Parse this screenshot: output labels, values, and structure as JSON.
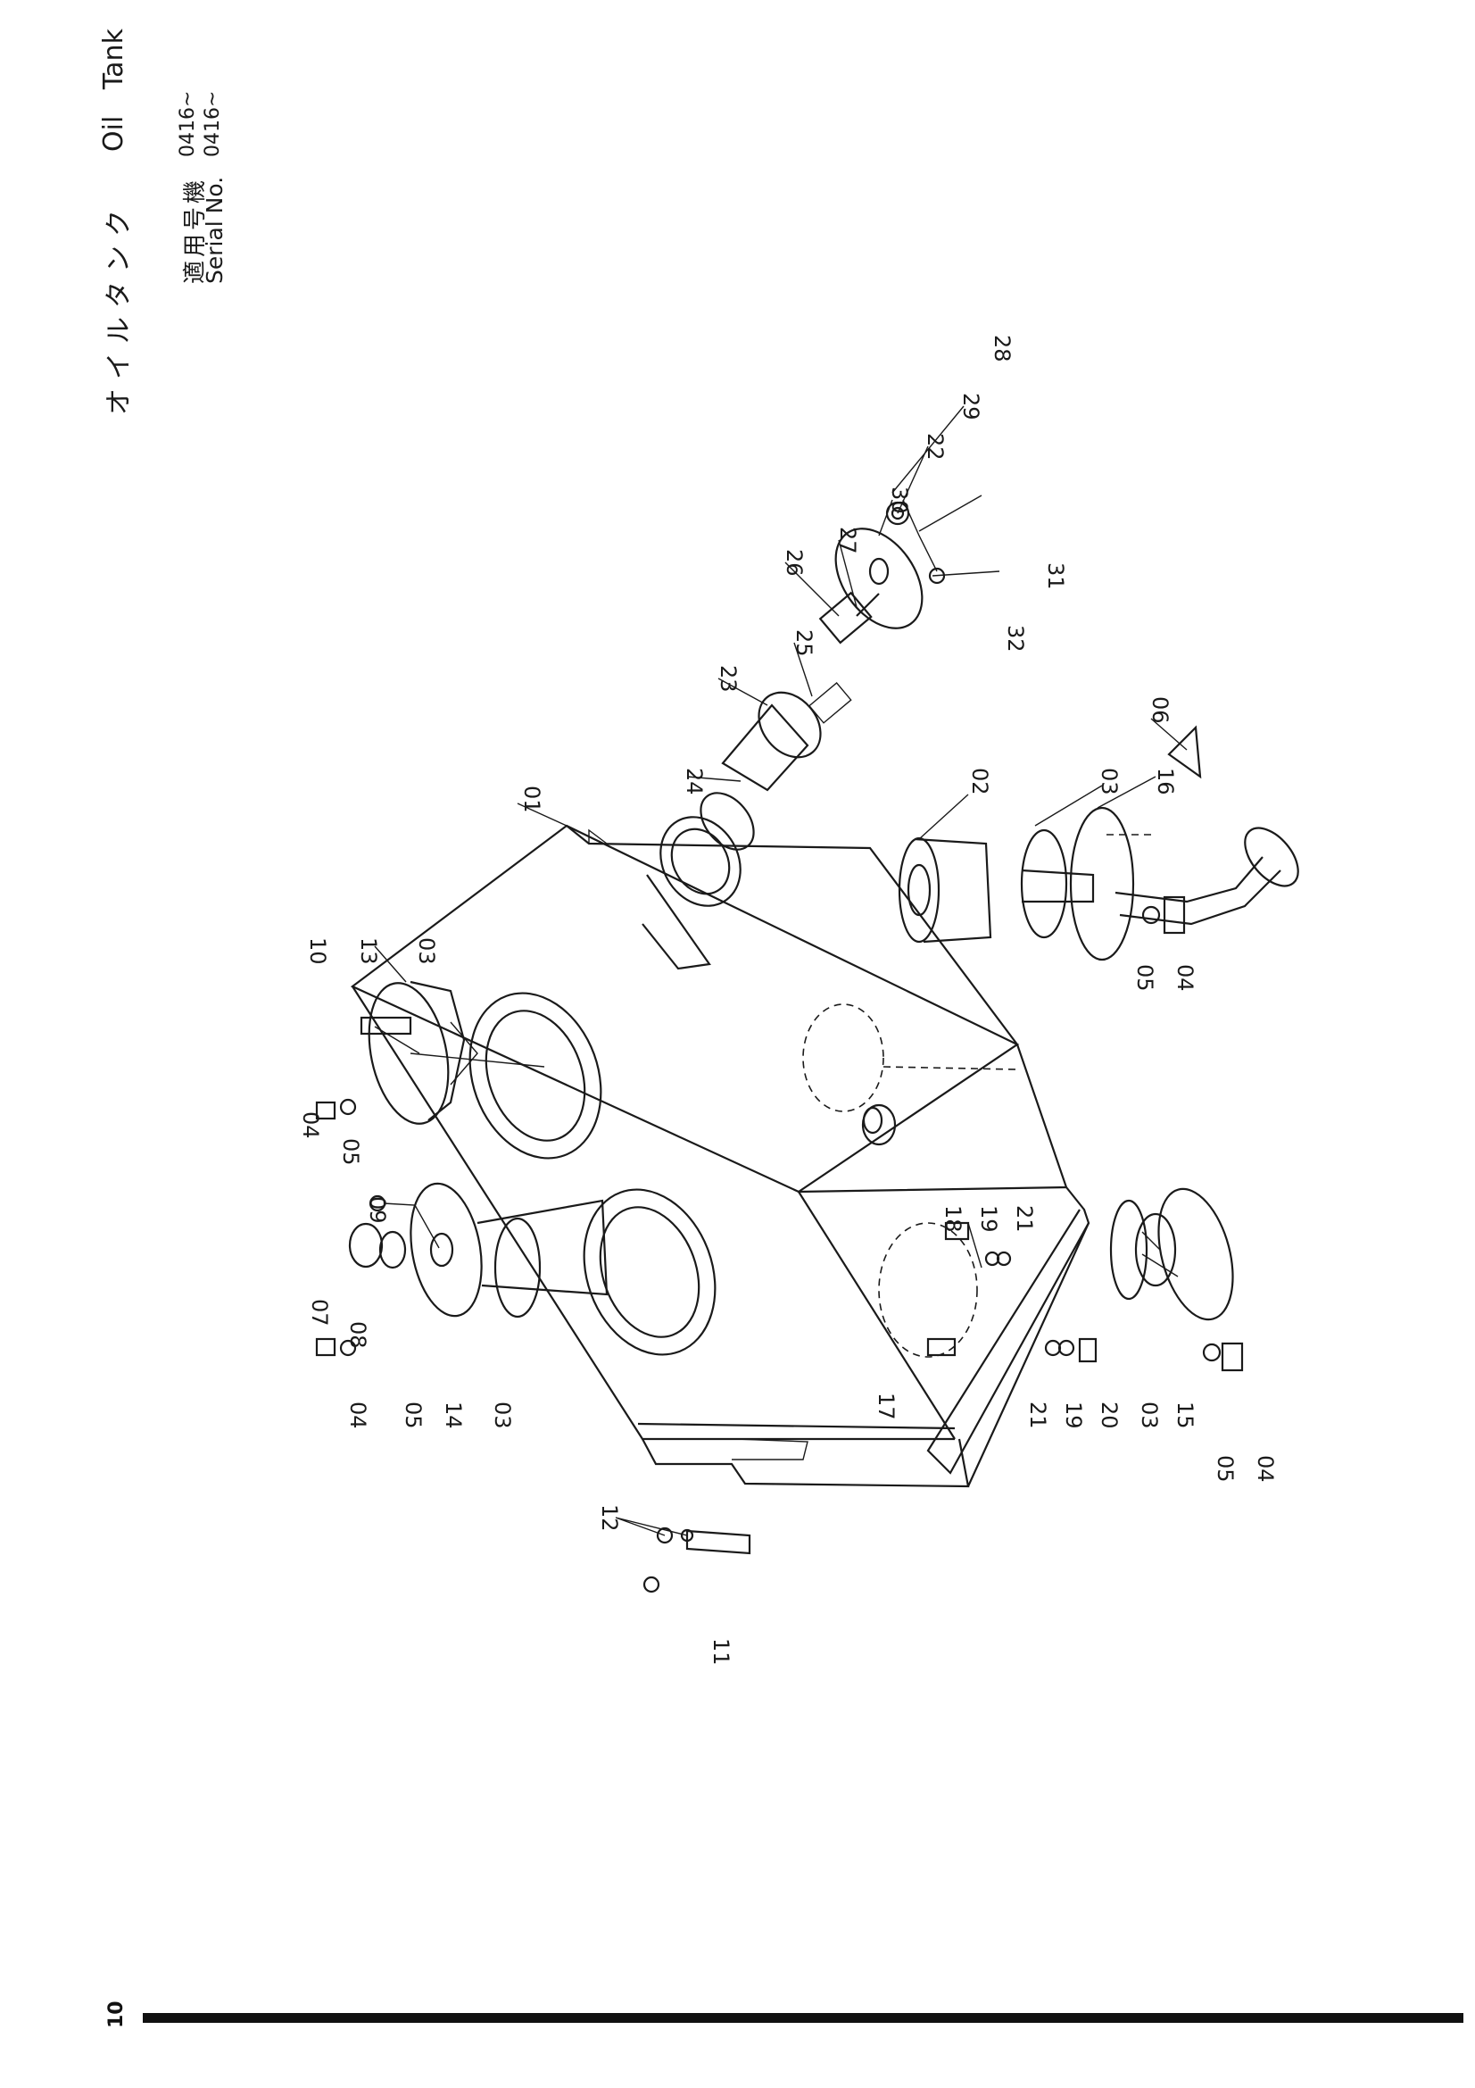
{
  "header": {
    "title_jp": "オイルタンク",
    "title_en": "Oil Tank",
    "serial_label_jp": "適用号機",
    "serial_label_en": "Serial No.",
    "serial_value_1": "0416~",
    "serial_value_2": "0416~"
  },
  "page_number": "10",
  "parts": {
    "p01": "01",
    "p02": "02",
    "p03a": "03",
    "p03b": "03",
    "p03c": "03",
    "p03d": "03",
    "p04a": "04",
    "p04b": "04",
    "p04c": "04",
    "p04d": "04",
    "p05a": "05",
    "p05b": "05",
    "p05c": "05",
    "p05d": "05",
    "p06": "06",
    "p07": "07",
    "p08": "08",
    "p09": "09",
    "p10": "10",
    "p11": "11",
    "p12": "12",
    "p13": "13",
    "p14": "14",
    "p15": "15",
    "p16": "16",
    "p17": "17",
    "p18": "18",
    "p19a": "19",
    "p19b": "19",
    "p20": "20",
    "p21a": "21",
    "p21b": "21",
    "p22": "22",
    "p23": "23",
    "p24": "24",
    "p25": "25",
    "p26": "26",
    "p27": "27",
    "p28": "28",
    "p29": "29",
    "p30": "30",
    "p31": "31",
    "p32": "32"
  }
}
